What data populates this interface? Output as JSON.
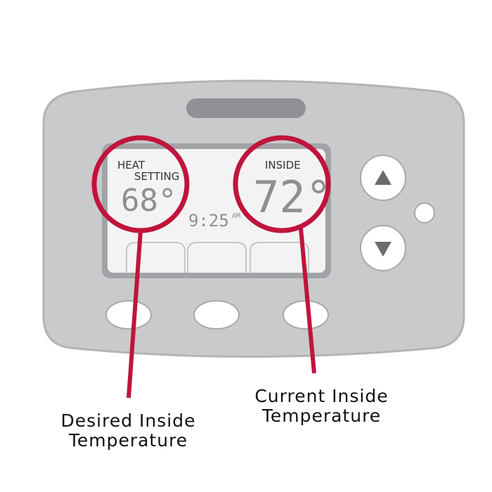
{
  "display": {
    "heat_label_1": "HEAT",
    "heat_label_2": "SETTING",
    "heat_setting": "68°",
    "inside_label": "INSIDE",
    "inside_temp": "72°",
    "time": "9:25",
    "meridiem": "AM"
  },
  "callouts": {
    "desired_1": "Desired Inside",
    "desired_2": "Temperature",
    "current_1": "Current Inside",
    "current_2": "Temperature"
  },
  "colors": {
    "accent": "#c0143c",
    "body": "#c9cacc",
    "screen": "#f3f3f3"
  }
}
